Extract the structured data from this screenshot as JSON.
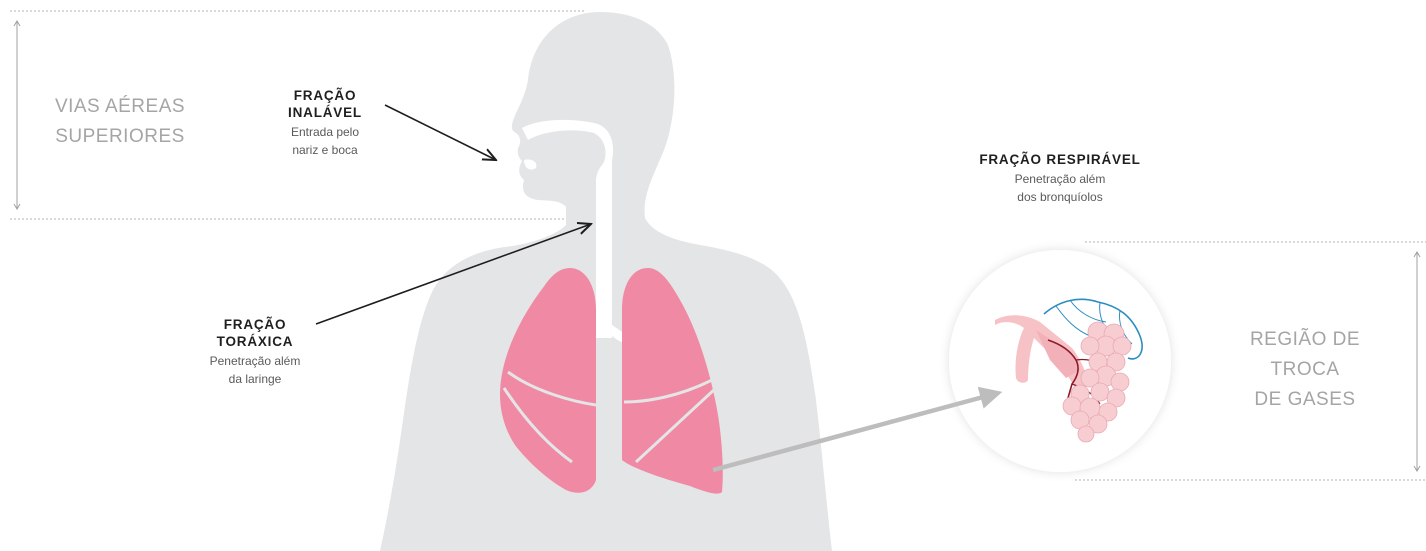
{
  "regions": {
    "upper_airways": "VIAS AÉREAS\nSUPERIORES",
    "gas_exchange": "REGIÃO DE\nTROCA\nDE GASES"
  },
  "fractions": {
    "inhalable": {
      "title": "FRAÇÃO\nINALÁVEL",
      "desc": "Entrada pelo\nnariz e boca"
    },
    "thoracic": {
      "title": "FRAÇÃO\nTORÁXICA",
      "desc": "Penetração além\nda laringe"
    },
    "respirable": {
      "title": "FRAÇÃO RESPIRÁVEL",
      "desc": "Penetração além\ndos bronquíolos"
    }
  },
  "colors": {
    "body": "#e4e5e6",
    "airway": "#ffffff",
    "lung": "#f089a3",
    "arrow_dark": "#1e1e1e",
    "arrow_gray": "#bdbdbd",
    "bronchiole": "#f6c2c5",
    "capillary_blue": "#2a8cc0",
    "capillary_red": "#8e1a2c",
    "alveoli": "#f8cdd2"
  }
}
